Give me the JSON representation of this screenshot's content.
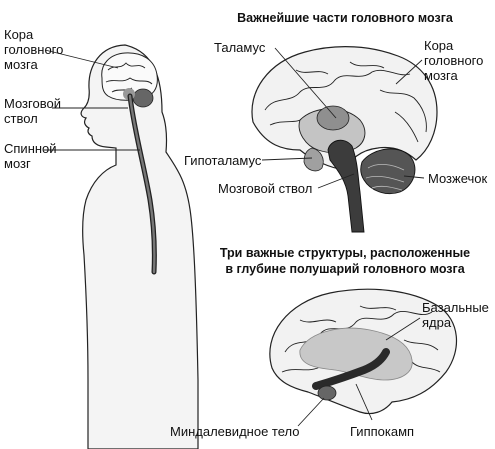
{
  "titles": {
    "main": "Важнейшие части головного мозга",
    "deep_line1": "Три важные структуры, расположенные",
    "deep_line2": "в глубине полушарий головного мозга"
  },
  "body_labels": {
    "cortex_1": "Кора",
    "cortex_2": "головного",
    "cortex_3": "мозга",
    "brainstem_1": "Мозговой",
    "brainstem_2": "ствол",
    "spinal_1": "Спинной",
    "spinal_2": "мозг"
  },
  "brain_labels": {
    "thalamus": "Таламус",
    "cortex_1": "Кора",
    "cortex_2": "головного",
    "cortex_3": "мозга",
    "hypothalamus": "Гипоталамус",
    "brainstem": "Мозговой ствол",
    "cerebellum": "Мозжечок"
  },
  "deep_labels": {
    "basal_1": "Базальные",
    "basal_2": "ядра",
    "amygdala": "Миндалевидное тело",
    "hippocampus": "Гиппокамп"
  }
}
